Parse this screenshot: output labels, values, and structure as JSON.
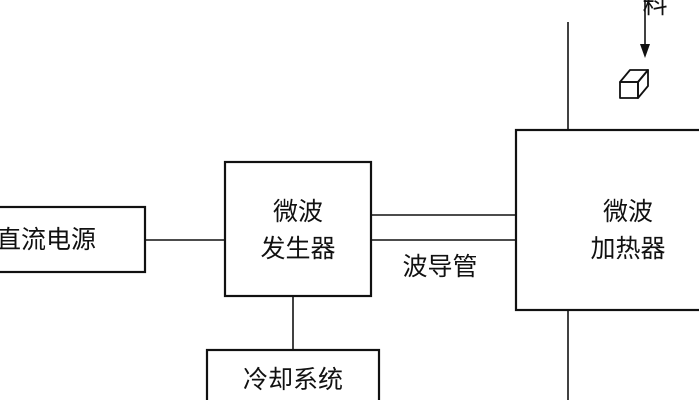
{
  "diagram": {
    "top_label": "料",
    "blocks": {
      "power_supply": {
        "label": "直流电源"
      },
      "generator": {
        "line1": "微波",
        "line2": "发生器"
      },
      "heater": {
        "line1": "微波",
        "line2": "加热器"
      },
      "cooling": {
        "label": "冷却系统"
      }
    },
    "waveguide_label": "波导管"
  },
  "colors": {
    "line": "#111111",
    "background": "#ffffff"
  }
}
